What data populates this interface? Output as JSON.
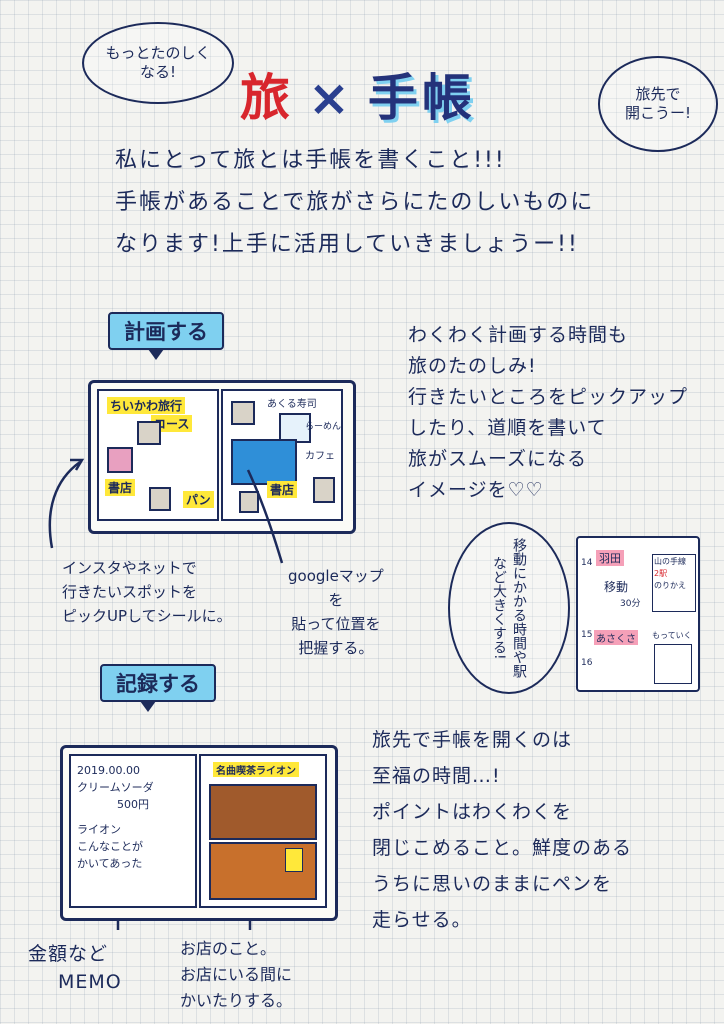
{
  "bubbles": {
    "left": "もっとたのしく\nなる!",
    "right": "旅先で\n開こうー!"
  },
  "title": {
    "travel": "旅",
    "cross": "×",
    "techo": "手帳"
  },
  "intro": [
    "私にとって旅とは手帳を書くこと!!!",
    "手帳があることで旅がさらにたのしいものに",
    "なります!上手に活用していきましょうー!!"
  ],
  "plan": {
    "label": "計画する",
    "text": [
      "わくわく計画する時間も",
      "旅のたのしみ!",
      "行きたいところをピックアップ",
      "したり、道順を書いて",
      "旅がスムーズになる",
      "イメージを♡♡"
    ],
    "book": {
      "hl1": "ちいかわ旅行",
      "hl2": "コース",
      "shop": "書店",
      "pan": "パン",
      "tag": "あくる寿司",
      "kafe": "カフェ",
      "ramen": "らーめん"
    },
    "note_left": [
      "インスタやネットで",
      "行きたいスポットを",
      "ピックUPしてシールに。"
    ],
    "note_right": [
      "googleマップ",
      "を",
      "貼って位置を",
      "把握する。"
    ],
    "vertical": "移動にかかる時間や駅など大きくする!",
    "planner": {
      "haneda": "羽田",
      "idou": "移動",
      "min": "30分",
      "asakusa": "あさくさ",
      "yama": "山の手線",
      "nori": "2駅",
      "norikae": "のりかえ",
      "motte": "もっていく",
      "n14": "14",
      "n15": "15",
      "n16": "16"
    }
  },
  "record": {
    "label": "記録する",
    "text": [
      "旅先で手帳を開くのは",
      "至福の時間…!",
      "ポイントはわくわくを",
      "閉じこめること。鮮度のある",
      "うちに思いのままにペンを",
      "走らせる。"
    ],
    "book": {
      "date": "2019.00.00",
      "cream": "クリームソーダ",
      "price": "500円",
      "lion": "ライオン",
      "note1": "こんなことが",
      "note2": "かいてあった",
      "banner": "名曲喫茶ライオン"
    },
    "note_left": [
      "金額など",
      "MEMO"
    ],
    "note_right": [
      "お店のこと。",
      "お店にいる間に",
      "かいたりする。"
    ]
  },
  "colors": {
    "ink": "#1c2a5a",
    "red": "#d8262d",
    "cyan": "#7fd0f0",
    "yellow": "#ffe83a"
  }
}
